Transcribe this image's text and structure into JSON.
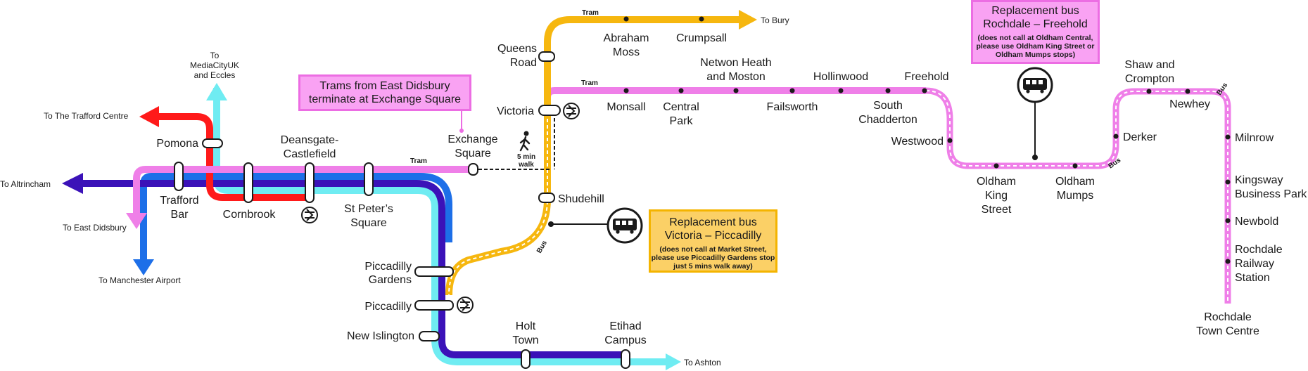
{
  "colors": {
    "pink": "#ef7fe8",
    "yellow": "#f6b70f",
    "red": "#ff1a1a",
    "purple": "#3b12b8",
    "blue": "#1d6fe8",
    "cyan": "#6fecf2",
    "ink": "#1a1a1a"
  },
  "destinations": {
    "trafford_centre": "To The Trafford Centre",
    "altrincham": "To Altrincham",
    "east_didsbury": "To East Didsbury",
    "manchester_airport": "To Manchester Airport",
    "mediacity_1": "To",
    "mediacity_2": "MediaCityUK",
    "mediacity_3": "and Eccles",
    "bury": "To Bury",
    "ashton": "To Ashton"
  },
  "stations": {
    "pomona": "Pomona",
    "trafford_bar_1": "Trafford",
    "trafford_bar_2": "Bar",
    "cornbrook": "Cornbrook",
    "deansgate_1": "Deansgate-",
    "deansgate_2": "Castlefield",
    "st_peters_1": "St Peter’s",
    "st_peters_2": "Square",
    "exchange_1": "Exchange",
    "exchange_2": "Square",
    "victoria": "Victoria",
    "queens_1": "Queens",
    "queens_2": "Road",
    "shudehill": "Shudehill",
    "piccadilly_gardens_1": "Piccadilly",
    "piccadilly_gardens_2": "Gardens",
    "piccadilly": "Piccadilly",
    "new_islington": "New Islington",
    "holt_1": "Holt",
    "holt_2": "Town",
    "etihad_1": "Etihad",
    "etihad_2": "Campus",
    "abraham_1": "Abraham",
    "abraham_2": "Moss",
    "crumpsall": "Crumpsall",
    "monsall": "Monsall",
    "central_1": "Central",
    "central_2": "Park",
    "newton_1": "Netwon Heath",
    "newton_2": "and Moston",
    "failsworth": "Failsworth",
    "hollinwood": "Hollinwood",
    "south_1": "South",
    "south_2": "Chadderton",
    "freehold": "Freehold",
    "westwood": "Westwood",
    "oks_1": "Oldham",
    "oks_2": "King",
    "oks_3": "Street",
    "mumps_1": "Oldham",
    "mumps_2": "Mumps",
    "derker": "Derker",
    "shaw_1": "Shaw and",
    "shaw_2": "Crompton",
    "newhey": "Newhey",
    "milnrow": "Milnrow",
    "kingsway_1": "Kingsway",
    "kingsway_2": "Business Park",
    "newbold": "Newbold",
    "rrs_1": "Rochdale",
    "rrs_2": "Railway",
    "rrs_3": "Station",
    "rtc_1": "Rochdale",
    "rtc_2": "Town Centre"
  },
  "small_labels": {
    "tram": "Tram",
    "bus": "Bus",
    "walk_1": "5 min",
    "walk_2": "walk"
  },
  "notes": {
    "exchange_1": "Trams from East Didsbury",
    "exchange_2": "terminate at Exchange Square",
    "rochdale_1": "Replacement bus",
    "rochdale_2": "Rochdale – Freehold",
    "rochdale_note": "(does not call at Oldham Central, please use Oldham King Street or Oldham Mumps stops)",
    "victoria_1": "Replacement bus",
    "victoria_2": "Victoria – Piccadilly",
    "victoria_note": "(does not call at Market Street, please use Piccadilly Gardens stop just 5 mins walk away)"
  },
  "icons": [
    "bus-icon",
    "national-rail-icon",
    "walking-person-icon"
  ]
}
